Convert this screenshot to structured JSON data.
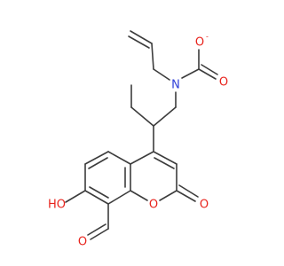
{
  "colors": {
    "bond": "#3c3c3c",
    "nitrogen": "#2f3fd8",
    "oxygen": "#e8231c",
    "background": "#ffffff"
  },
  "atoms": {
    "nitrogen": "N",
    "carboxylate_oxygen_single": "O",
    "carboxylate_oxygen_charge": "-",
    "carboxylate_oxygen_double": "O",
    "hydroxyl": "HO",
    "ring_oxygen": "O",
    "lactone_carbonyl_oxygen": "O",
    "aldehyde_oxygen": "O"
  }
}
